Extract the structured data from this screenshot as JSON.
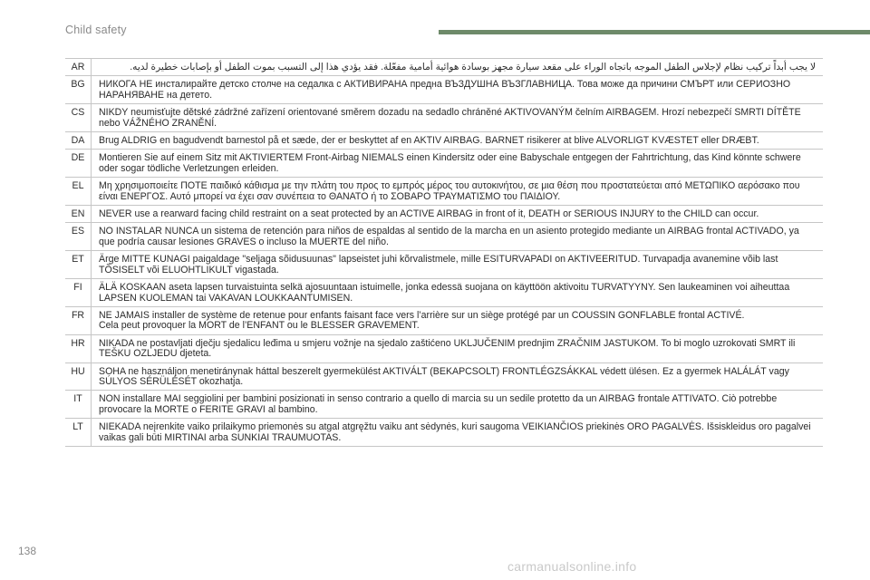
{
  "header": {
    "title": "Child safety",
    "accent_color": "#6e8a6a"
  },
  "warnings": [
    {
      "lang": "AR",
      "rtl": true,
      "text": "لا يجب أبداً تركيب نظام لإجلاس الطفل الموجه باتجاه الوراء على مقعد سيارة مجهز بوسادة هوائية أمامية مفعّلة. فقد يؤدي هذا إلى التسبب بموت الطفل أو بإصابات خطيرة لديه."
    },
    {
      "lang": "BG",
      "rtl": false,
      "text": "НИКОГА НЕ инсталирайте детско столче на седалка с АКТИВИРАНА предна ВЪЗДУШНА ВЪЗГЛАВНИЦА. Това може да причини СМЪРТ или СЕРИОЗНО НАРАНЯВАНЕ на детето."
    },
    {
      "lang": "CS",
      "rtl": false,
      "text": "NIKDY neumisťujte dětské zádržné zařízení orientované směrem dozadu na sedadlo chráněné AKTIVOVANÝM čelním AIRBAGEM. Hrozí nebezpečí SMRTI DÍTĚTE nebo VÁŽNÉHO ZRANĚNÍ."
    },
    {
      "lang": "DA",
      "rtl": false,
      "text": "Brug ALDRIG  en bagudvendt barnestol på et sæde, der er beskyttet af en AKTIV AIRBAG. BARNET risikerer at blive ALVORLIGT KVÆSTET eller DRÆBT."
    },
    {
      "lang": "DE",
      "rtl": false,
      "text": "Montieren Sie auf einem Sitz mit AKTIVIERTEM Front-Airbag NIEMALS einen Kindersitz oder eine Babyschale entgegen der Fahrtrichtung, das Kind könnte schwere oder sogar tödliche Verletzungen erleiden."
    },
    {
      "lang": "EL",
      "rtl": false,
      "text": "Μη χρησιμοποιείτε ΠΟΤΕ παιδικό κάθισμα με την πλάτη του προς το εμπρός μέρος του αυτοκινήτου, σε μια θέση που προστατεύεται από ΜΕΤΩΠΙΚΟ αερόσακο που είναι ΕΝΕΡΓΟΣ. Αυτό μπορεί να έχει σαν συνέπεια το ΘΑΝΑΤΟ ή το ΣΟΒΑΡΟ ΤΡΑΥΜΑΤΙΣΜΟ του ΠΑΙΔΙΟΥ."
    },
    {
      "lang": "EN",
      "rtl": false,
      "text": "NEVER use a rearward facing child restraint on a seat protected by an ACTIVE AIRBAG in front of it, DEATH or SERIOUS INJURY to the CHILD can occur."
    },
    {
      "lang": "ES",
      "rtl": false,
      "text": "NO INSTALAR NUNCA un sistema de retención para niños de espaldas al sentido de la marcha en un asiento protegido mediante un AIRBAG frontal ACTIVADO, ya que podría causar lesiones GRAVES o incluso la MUERTE del niño."
    },
    {
      "lang": "ET",
      "rtl": false,
      "text": "Ärge MITTE KUNAGI paigaldage \"seljaga sõidusuunas\" lapseistet juhi kõrvalistmele, mille ESITURVAPADI on AKTIVEERITUD. Turvapadja avanemine võib last TÕSISELT või ELUOHTLIKULT vigastada."
    },
    {
      "lang": "FI",
      "rtl": false,
      "text": "ÄLÄ KOSKAAN aseta lapsen turvaistuinta selkä ajosuuntaan istuimelle, jonka edessä suojana on käyttöön aktivoitu TURVATYYNY. Sen laukeaminen voi aiheuttaa LAPSEN KUOLEMAN tai VAKAVAN LOUKKAANTUMISEN."
    },
    {
      "lang": "FR",
      "rtl": false,
      "text": "NE JAMAIS installer de système de retenue pour enfants faisant face vers l’arrière sur un siège protégé par un COUSSIN GONFLABLE frontal ACTIVÉ.\nCela peut provoquer la MORT de l’ENFANT ou le BLESSER GRAVEMENT."
    },
    {
      "lang": "HR",
      "rtl": false,
      "text": "NIKADA ne postavljati dječju sjedalicu leđima u smjeru vožnje na sjedalo zaštićeno UKLJUČENIM prednjim ZRAČNIM JASTUKOM. To bi moglo uzrokovati SMRT ili TEŠKU OZLJEDU djeteta."
    },
    {
      "lang": "HU",
      "rtl": false,
      "text": "SOHA ne használjon menetiránynak háttal beszerelt gyermekülést AKTIVÁLT (BEKAPCSOLT) FRONTLÉGZSÁKKAL védett ülésen. Ez a gyermek HALÁLÁT vagy SÚLYOS SÉRÜLÉSÉT okozhatja."
    },
    {
      "lang": "IT",
      "rtl": false,
      "text": "NON installare MAI seggiolini per bambini posizionati in senso contrario a quello di marcia su un sedile protetto da un AIRBAG frontale ATTIVATO. Ciò potrebbe provocare la MORTE o FERITE GRAVI al bambino."
    },
    {
      "lang": "LT",
      "rtl": false,
      "text": "NIEKADA neįrenkite vaiko prilaikymo priemonės su atgal atgręžtu vaiku ant sėdynės, kuri saugoma VEIKIANČIOS priekinės ORO PAGALVĖS. Išsiskleidus oro pagalvei vaikas gali būti MIRTINAI arba SUNKIAI TRAUMUOTAS."
    }
  ],
  "footer": {
    "page_number": "138",
    "watermark": "carmanualsonline.info"
  }
}
